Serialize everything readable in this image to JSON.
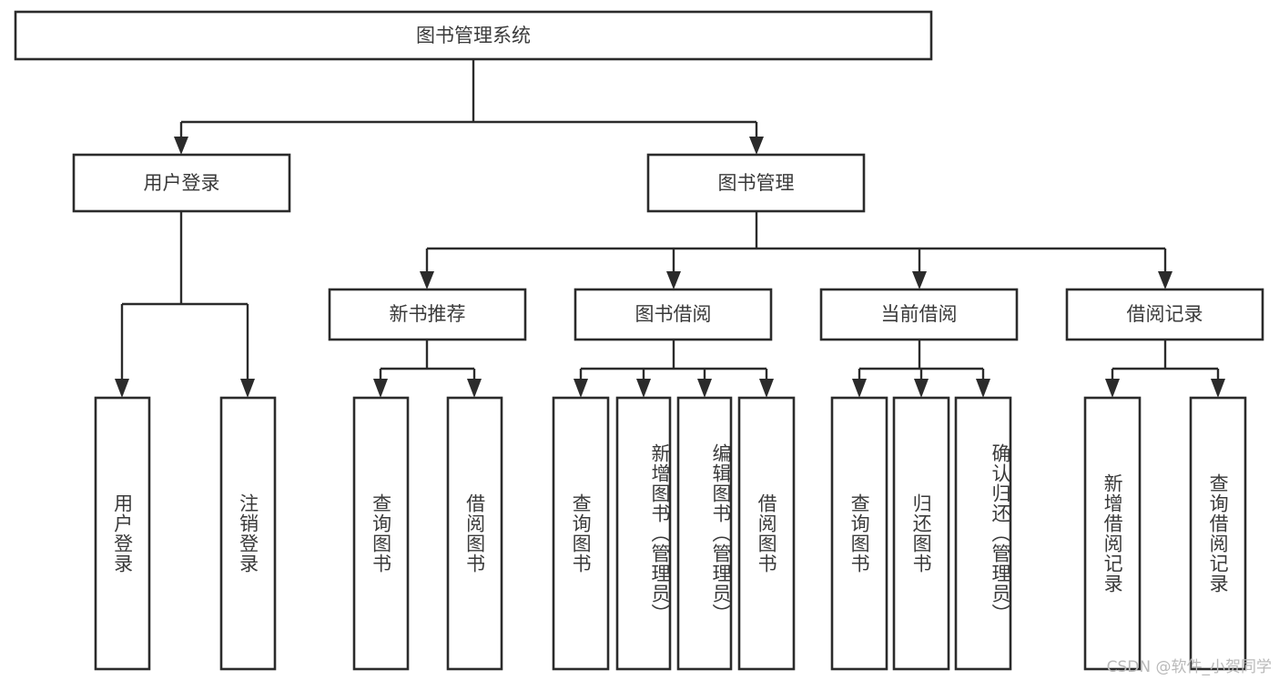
{
  "diagram": {
    "title": "图书管理系统",
    "watermark": "CSDN @软件_小贺同学",
    "colors": {
      "stroke": "#2b2b2b",
      "box_fill": "#ffffff",
      "text": "#3a3a3a",
      "watermark": "#b9b9b9",
      "background": "#ffffff"
    },
    "levels": {
      "root": {
        "label": "图书管理系统"
      },
      "level2": [
        {
          "label": "用户登录"
        },
        {
          "label": "图书管理"
        }
      ],
      "level3": [
        {
          "label": "新书推荐"
        },
        {
          "label": "图书借阅"
        },
        {
          "label": "当前借阅"
        },
        {
          "label": "借阅记录"
        }
      ],
      "leaves_user_login": [
        {
          "label": "用户登录"
        },
        {
          "label": "注销登录"
        }
      ],
      "leaves_new_book": [
        {
          "label": "查询图书"
        },
        {
          "label": "借阅图书"
        }
      ],
      "leaves_borrow": [
        {
          "label": "查询图书"
        },
        {
          "label": "新增图书（管理员）"
        },
        {
          "label": "编辑图书（管理员）"
        },
        {
          "label": "借阅图书"
        }
      ],
      "leaves_current": [
        {
          "label": "查询图书"
        },
        {
          "label": "归还图书"
        },
        {
          "label": "确认归还（管理员）"
        }
      ],
      "leaves_records": [
        {
          "label": "新增借阅记录"
        },
        {
          "label": "查询借阅记录"
        }
      ]
    }
  }
}
